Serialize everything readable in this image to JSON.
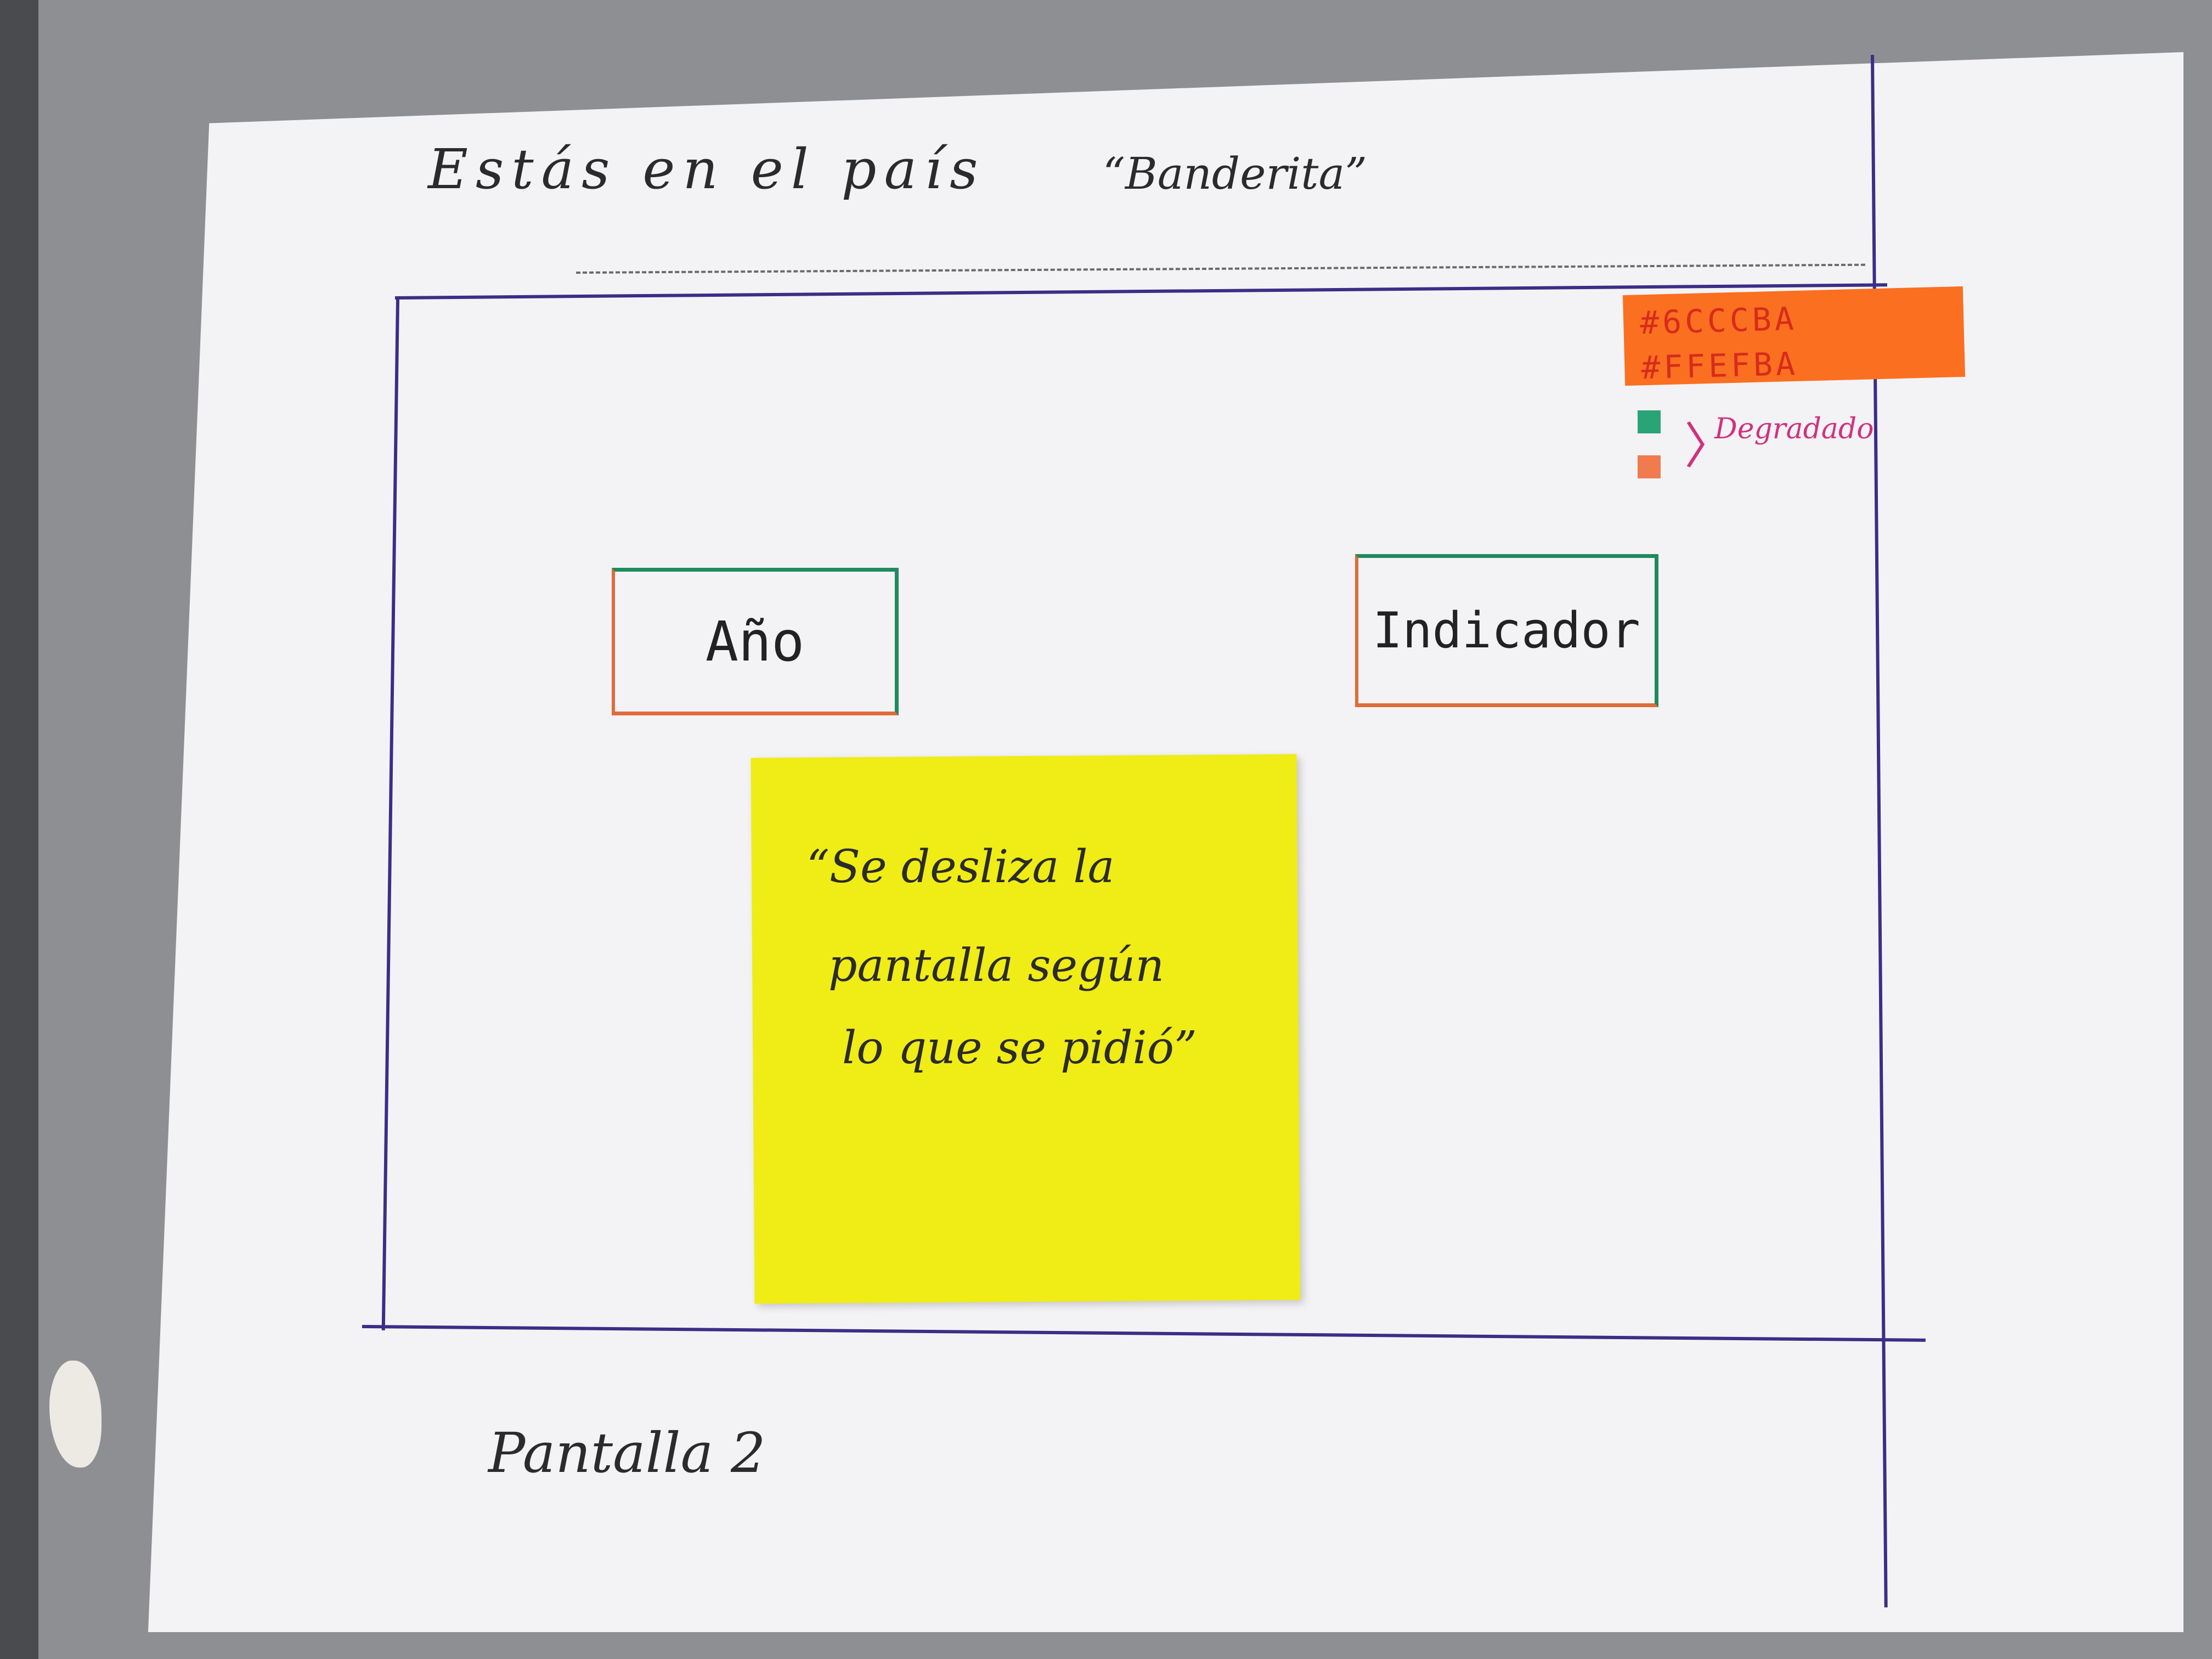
{
  "sketch": {
    "title": "Estás en el país",
    "country": "“Banderita”",
    "boxes": {
      "year": "Año",
      "indicator": "Indicador"
    },
    "colors": {
      "code1": "#6CCCBA",
      "code2": "#FFEFBA",
      "gradient_label": "Degradado",
      "green": "#2aa377",
      "orange": "#ef7b4f"
    },
    "sticky_note": {
      "line1": "“Se desliza la",
      "line2": "pantalla según",
      "line3": "lo que se pidió”"
    },
    "footer": "Pantalla 2"
  }
}
